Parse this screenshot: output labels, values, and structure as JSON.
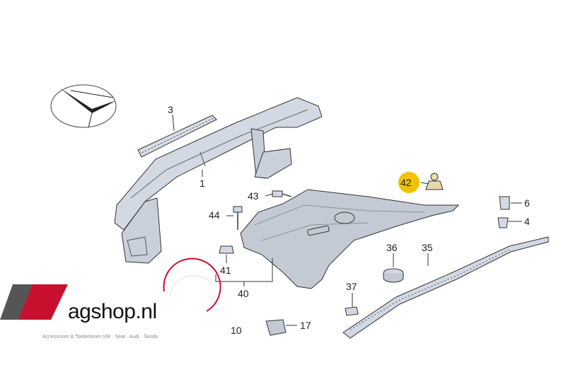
{
  "diagram": {
    "callouts": {
      "p1": "1",
      "p3": "3",
      "p4": "4",
      "p6": "6",
      "p10": "10",
      "p17": "17",
      "p35": "35",
      "p36": "36",
      "p37": "37",
      "p40": "40",
      "p41": "41",
      "p42": "42",
      "p43": "43",
      "p44": "44"
    },
    "highlight_color": "#f2c200"
  },
  "watermark": {
    "brand": "agshop.nl",
    "tagline": "Accessoires & Toebehoren VW · Seat · Audi · Škoda",
    "logo_color": "#c8102e"
  }
}
